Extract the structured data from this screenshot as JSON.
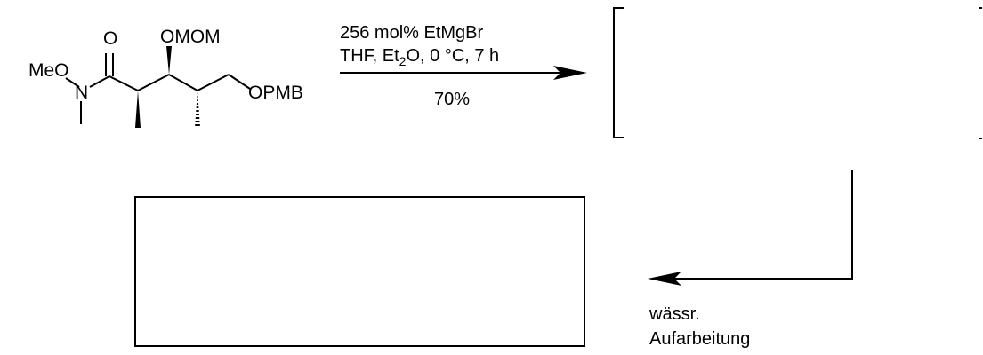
{
  "molecule": {
    "atoms": {
      "carbonyl_o": "O",
      "meo": "MeO",
      "n": "N",
      "omom": "OMOM",
      "opmb": "OPMB"
    }
  },
  "reaction": {
    "reagent": "256 mol% EtMgBr",
    "solvent_prefix": "THF, Et",
    "solvent_sub": "2",
    "solvent_suffix": "O, 0 °C, 7 h",
    "yield": "70%"
  },
  "workup": {
    "line1": "wässr.",
    "line2": "Aufarbeitung"
  }
}
